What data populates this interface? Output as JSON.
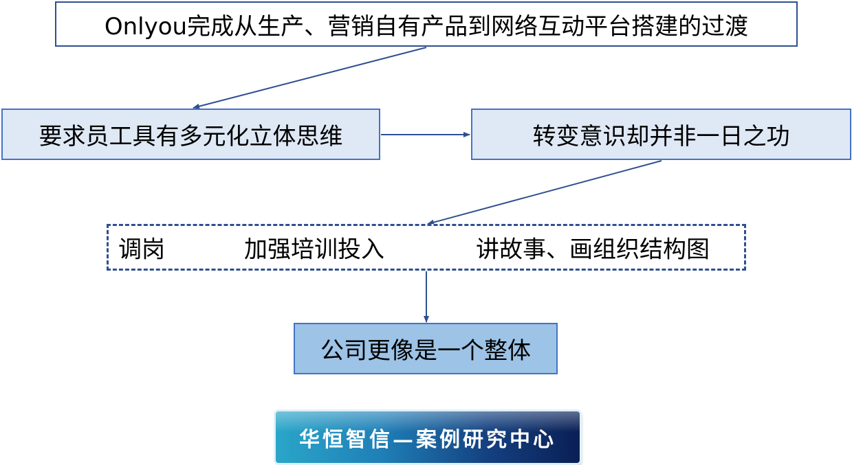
{
  "diagram": {
    "top": "Onlyou完成从生产、营销自有产品到网络互动平台搭建的过渡",
    "left": "要求员工具有多元化立体思维",
    "right": "转变意识却并非一日之功",
    "middle": [
      "调岗",
      "加强培训投入",
      "讲故事、画组织结构图"
    ],
    "bottom": "公司更像是一个整体"
  },
  "badge": {
    "label": "华恒智信—案例研究中心"
  },
  "colors": {
    "arrow": "#2f4f8f",
    "box_light": "#dfe8f5",
    "box_bottom": "#9dc3e6",
    "border": "#4472c4"
  }
}
